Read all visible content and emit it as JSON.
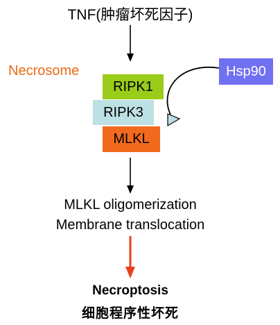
{
  "diagram": {
    "stimulus": "TNF(肿瘤坏死因子)",
    "complex_label": "Necrosome",
    "components": {
      "ripk1": "RIPK1",
      "ripk3": "RIPK3",
      "mlkl": "MLKL"
    },
    "chaperone": "Hsp90",
    "process_step_1": "MLKL oligomerization",
    "process_step_2": "Membrane translocation",
    "outcome": "Necroptosis",
    "outcome_cn": "细胞程序性坏死",
    "colors": {
      "necrosome_label": "#e86a14",
      "ripk1": "#9acc1a",
      "ripk3": "#bde0e4",
      "mlkl": "#f26a1e",
      "hsp90": "#7070f2",
      "final_arrow": "#e8401c"
    }
  }
}
